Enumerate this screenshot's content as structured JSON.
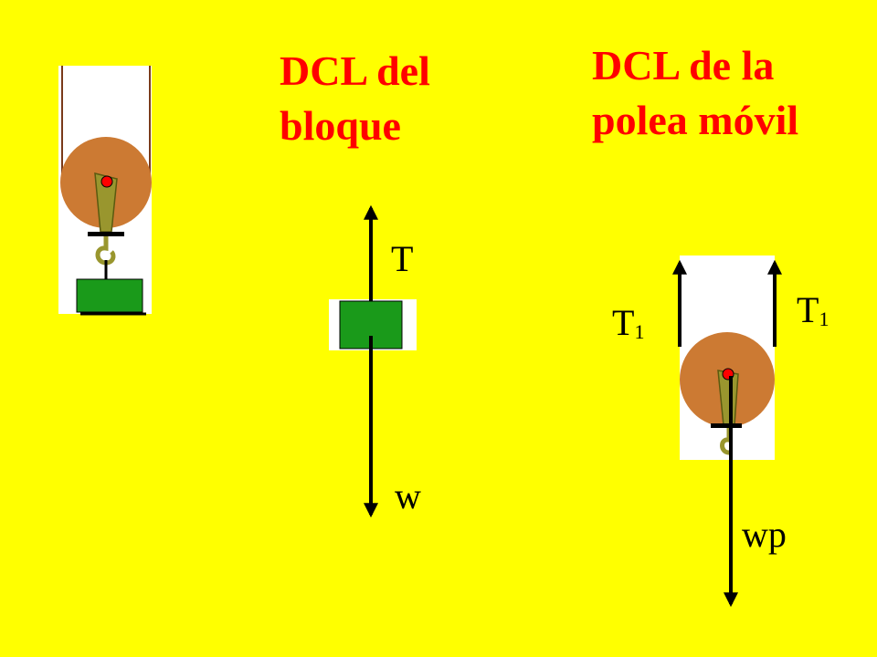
{
  "titles": {
    "block": "DCL del\nbloque",
    "pulley": "DCL de la\npolea móvil"
  },
  "labels": {
    "block_tension": "T",
    "block_weight": "w",
    "pulley_tension_symbol": "T",
    "pulley_tension_subscript": "1",
    "pulley_weight": "wp"
  },
  "colors": {
    "background": "#ffff00",
    "title_text": "#ff0000",
    "pulley_wheel": "#cc7a33",
    "pulley_axle": "#ff0000",
    "hook": "#99962e",
    "block": "#1a9a1a",
    "panel": "#ffffff",
    "arrow": "#000000"
  }
}
